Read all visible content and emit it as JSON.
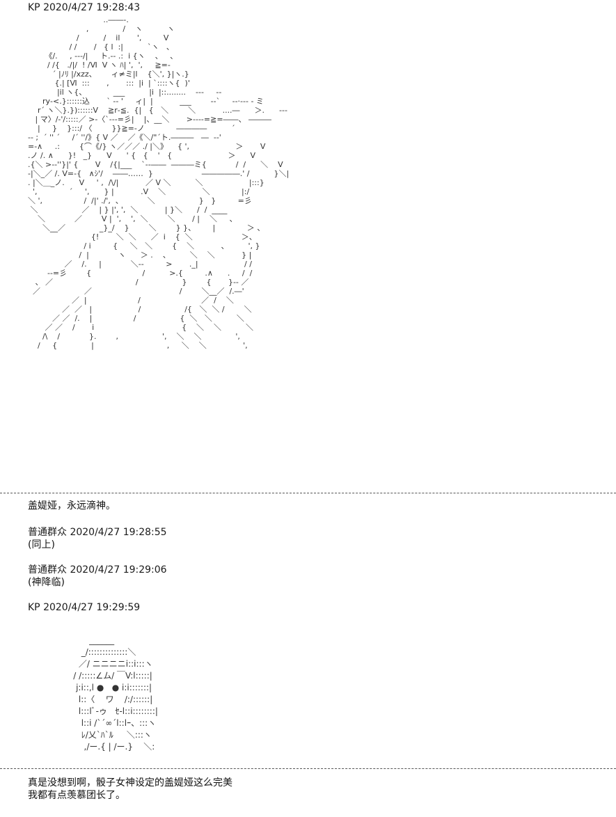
{
  "posts": [
    {
      "id": "p1",
      "user": "KP",
      "time": "2020/4/27 19:28:43"
    },
    {
      "id": "p2",
      "user": "普通群众",
      "time": "2020/4/27 19:28:55",
      "text": "(同上)"
    },
    {
      "id": "p3",
      "user": "普通群众",
      "time": "2020/4/27 19:29:06",
      "text": "(神降临)"
    },
    {
      "id": "p4",
      "user": "KP",
      "time": "2020/4/27 19:29:59"
    }
  ],
  "captions": {
    "first": "盖媞娅，永远滴神。",
    "second_line1": "真是没想到啊，骰子女神设定的盖媞娅这么完美",
    "second_line2": "我都有点羡慕团长了。"
  }
}
